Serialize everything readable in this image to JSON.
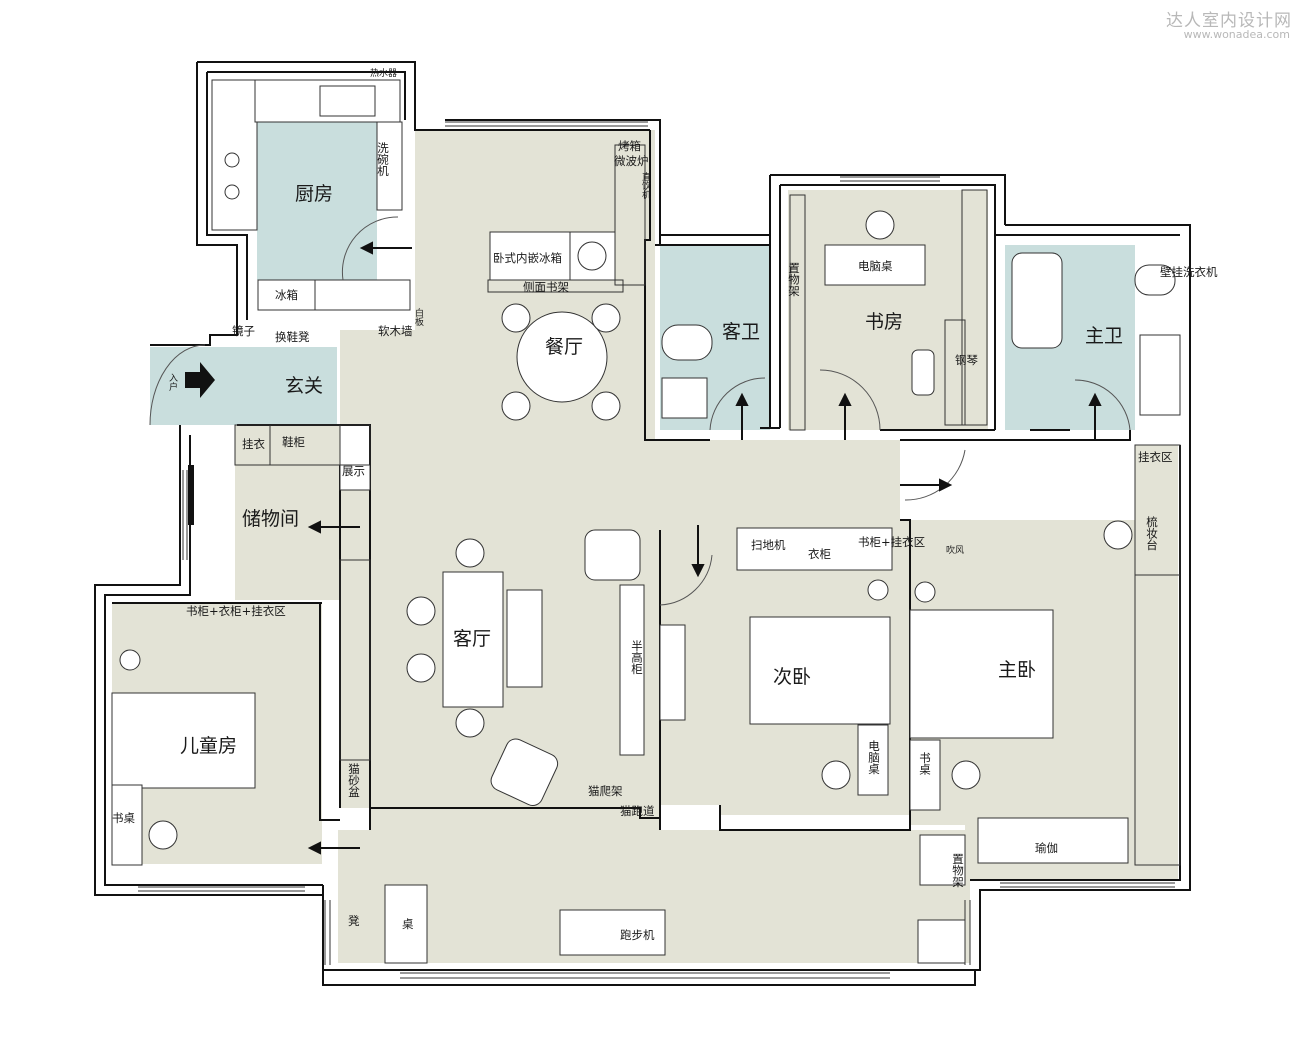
{
  "watermark": {
    "cn": "达人室内设计网",
    "url": "www.wonadea.com"
  },
  "colors": {
    "floor": "#e3e3d6",
    "wet": "#c9dedd",
    "wall": "#111111",
    "line": "#333333"
  },
  "rooms": {
    "kitchen": "厨房",
    "dining": "餐厅",
    "guest_bath": "客卫",
    "study": "书房",
    "master_bath": "主卫",
    "foyer": "玄关",
    "storage": "储物间",
    "living": "客厅",
    "second_bed": "次卧",
    "master_bed": "主卧",
    "kids_room": "儿童房"
  },
  "labels": {
    "water_heater": "热水器",
    "dishwasher": "洗碗机",
    "oven": "烤箱",
    "microwave": "微波炉",
    "water_dispenser": "直饮机",
    "fridge_built_in": "卧式内嵌冰箱",
    "side_shelf": "侧面书架",
    "fridge": "冰箱",
    "whiteboard": "白板",
    "mirror": "镜子",
    "shoe_bench": "换鞋凳",
    "cork_wall": "软木墙",
    "entrance": "入户",
    "coat": "挂衣",
    "shoe_cabinet": "鞋柜",
    "display": "展示",
    "computer_desk": "电脑桌",
    "shelf_rack": "置物架",
    "piano": "钢琴",
    "wall_washer": "壁挂洗衣机",
    "hanging_area": "挂衣区",
    "dresser": "梳妆台",
    "robot_vacuum": "扫地机",
    "wardrobe": "衣柜",
    "bookcase_hang": "书柜+挂衣区",
    "hair_dryer": "吹风",
    "half_cabinet": "半高柜",
    "cat_tree": "猫爬架",
    "cat_run": "猫跑道",
    "computer_desk2": "电脑桌",
    "desk": "书桌",
    "desk2": "书桌",
    "yoga": "瑜伽",
    "shelf2": "置物架",
    "kids_cabinet": "书柜+衣柜+挂衣区",
    "litter": "猫砂盆",
    "stool": "凳",
    "table": "桌",
    "treadmill": "跑步机"
  }
}
